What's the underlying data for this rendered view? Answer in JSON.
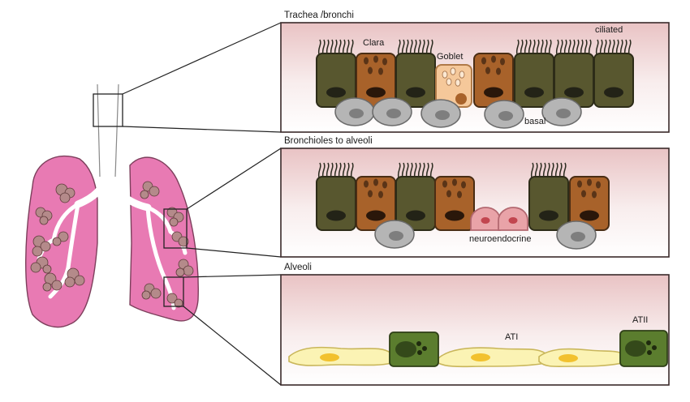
{
  "figure": {
    "sections": [
      {
        "id": "trachea",
        "title": "Trachea /bronchi"
      },
      {
        "id": "bronchioles",
        "title": "Bronchioles to alveoli"
      },
      {
        "id": "alveoli",
        "title": "Alveoli"
      }
    ],
    "cell_labels": {
      "clara": "Clara",
      "goblet": "Goblet",
      "ciliated": "ciliated",
      "basal": "basal",
      "neuroendocrine": "neuroendocrine",
      "ati": "ATI",
      "atii": "ATII"
    },
    "colors": {
      "ciliated_cell": "#58572f",
      "clara_cell": "#a8622a",
      "goblet_cell": "#f5c89a",
      "basal_cell": "#b5b5b5",
      "neuroendocrine_cell": "#e9a3a8",
      "ati_cell": "#fbf3b4",
      "atii_cell": "#5b7d2e",
      "lung": "#e87ab3",
      "panel_top": "#efd0d0"
    }
  }
}
